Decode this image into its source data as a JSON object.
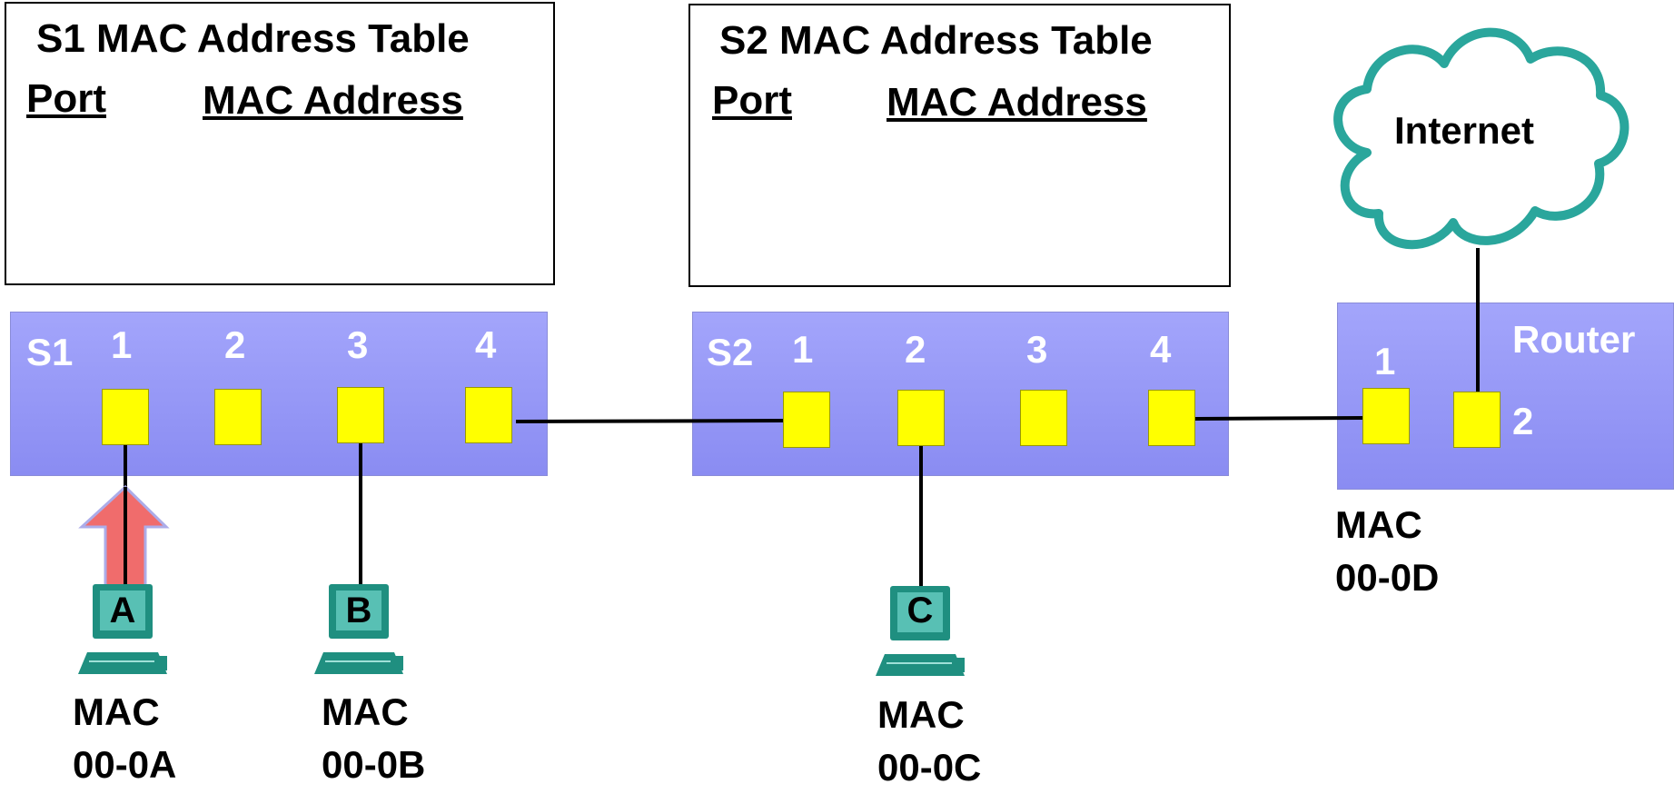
{
  "s1_table": {
    "title": "S1 MAC Address Table",
    "col_port": "Port",
    "col_mac": "MAC Address"
  },
  "s2_table": {
    "title": "S2 MAC Address Table",
    "col_port": "Port",
    "col_mac": "MAC Address"
  },
  "switch_s1": {
    "name": "S1",
    "ports": [
      "1",
      "2",
      "3",
      "4"
    ]
  },
  "switch_s2": {
    "name": "S2",
    "ports": [
      "1",
      "2",
      "3",
      "4"
    ]
  },
  "router": {
    "name": "Router",
    "port1": "1",
    "port2": "2",
    "mac_label": "MAC",
    "mac": "00-0D"
  },
  "cloud": {
    "label": "Internet"
  },
  "hosts": [
    {
      "letter": "A",
      "mac_label": "MAC",
      "mac": "00-0A"
    },
    {
      "letter": "B",
      "mac_label": "MAC",
      "mac": "00-0B"
    },
    {
      "letter": "C",
      "mac_label": "MAC",
      "mac": "00-0C"
    }
  ],
  "colors": {
    "switch": "#9597f7",
    "port": "#ffff00",
    "arrow": "#f06060",
    "pc": "#1f8f80",
    "cloud": "#2aa69c"
  }
}
